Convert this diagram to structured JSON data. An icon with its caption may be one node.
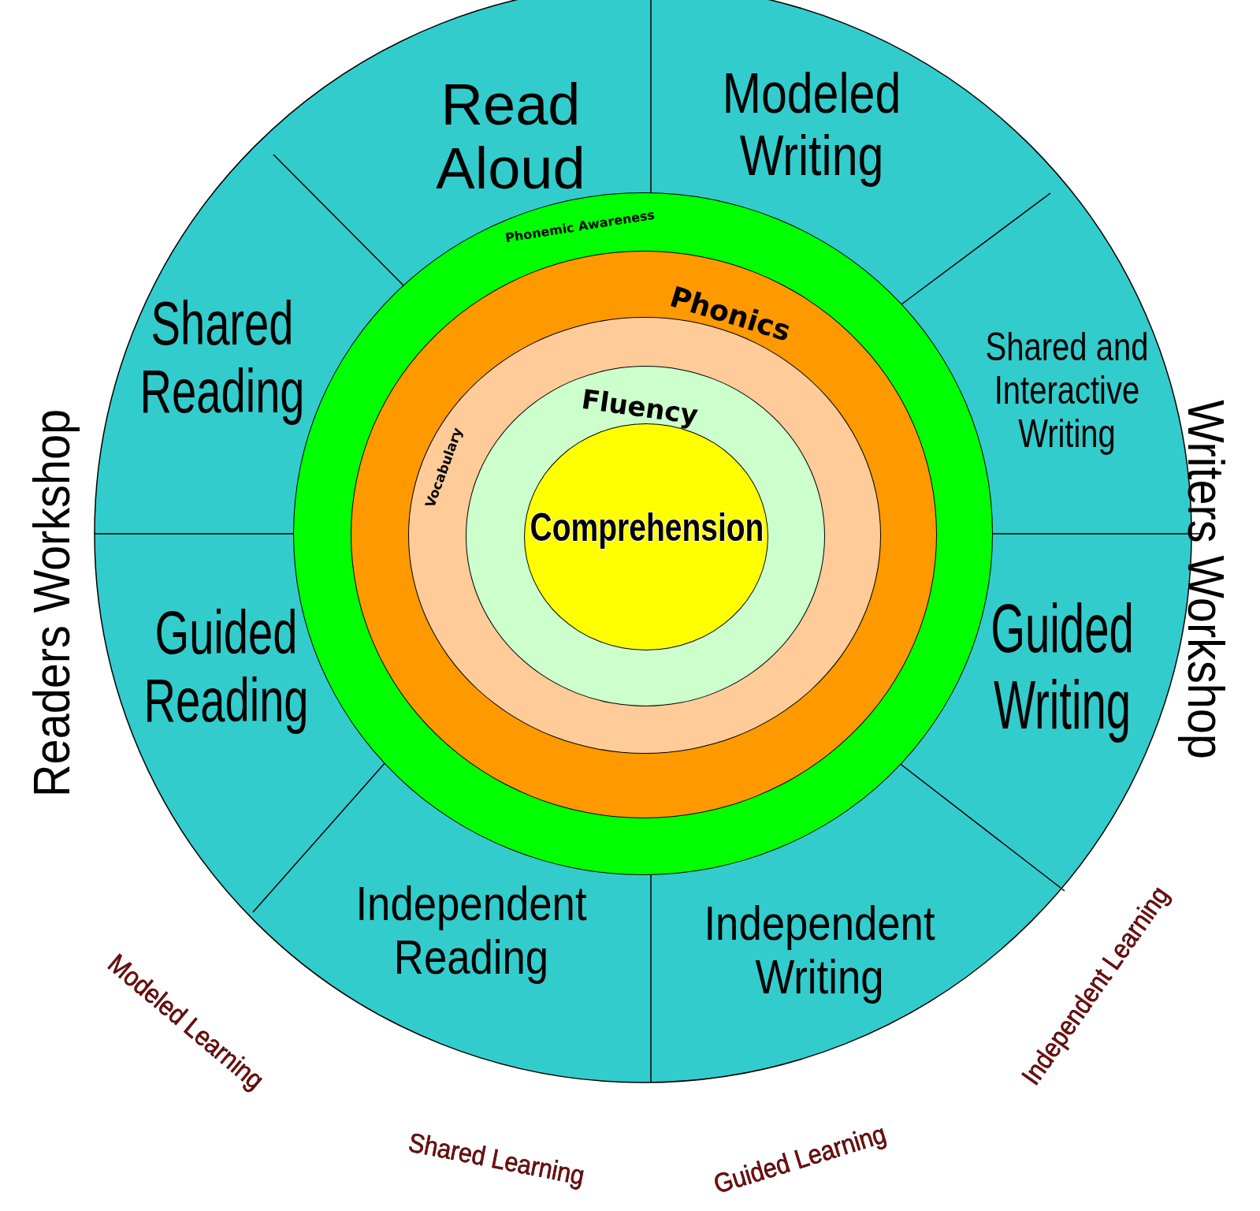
{
  "diagram": {
    "nodes": [
      {
        "text": [
          "Read Aloud"
        ]
      },
      {
        "text": [
          "Modeled Writing"
        ]
      },
      {
        "text": [
          "Shared Reading"
        ]
      },
      {
        "text": [
          "Shared and Interactive Writing"
        ]
      },
      {
        "text": [
          "Guided Reading"
        ]
      },
      {
        "text": [
          "Guided Writing"
        ]
      },
      {
        "text": [
          "Independent Reading"
        ]
      },
      {
        "text": [
          "Independent Writing"
        ]
      },
      {
        "text": [
          "Phonemic Awareness"
        ]
      },
      {
        "text": [
          "Phonics"
        ],
        "in": 8
      },
      {
        "text": [
          "Vocabulary"
        ],
        "in": 9
      },
      {
        "text": [
          "Fluency"
        ],
        "in": 10
      },
      {
        "text": [
          "Comprehension"
        ],
        "in": 11
      }
    ],
    "labels": [
      "Readers Workshop",
      "Writers Workshop",
      "Modeled Learning",
      "Shared Learning",
      "Guided Learning",
      "Independent Learning"
    ]
  }
}
